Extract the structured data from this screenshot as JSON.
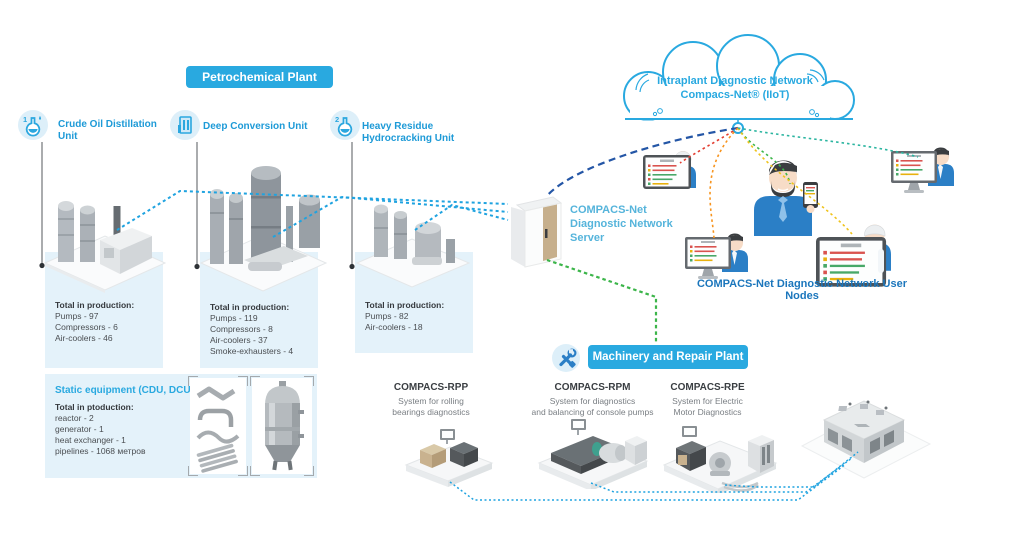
{
  "petrochemical_banner": "Petrochemical Plant",
  "machinery_banner": "Machinery and Repair Plant",
  "units": [
    {
      "label": "Crude Oil Distillation Unit",
      "badge": "1"
    },
    {
      "label": "Deep Conversion Unit"
    },
    {
      "label": "Heavy Residue Hydrocracking Unit",
      "badge": "2"
    }
  ],
  "panels": [
    {
      "title": "Total in production:",
      "line1": "Pumps - 97",
      "line2": "Compressors - 6",
      "line3": "Air-coolers - 46"
    },
    {
      "title": "Total in production:",
      "line1": "Pumps - 119",
      "line2": "Compressors - 8",
      "line3": "Air-coolers - 37",
      "line4": "Smoke-exhausters - 4"
    },
    {
      "title": "Total in production:",
      "line1": "Pumps - 82",
      "line2": "Air-coolers - 18"
    }
  ],
  "static_equipment": {
    "title": "Static equipment (CDU, DCU)",
    "subtitle": "Total in ptoduction:",
    "line1": "reactor - 2",
    "line2": "generator - 1",
    "line3": "heat exchanger - 1",
    "line4": "pipelines - 1068 метров"
  },
  "cloud": {
    "line1": "Intraplant Diagnostic Network",
    "line2": "Compacs-Net® (IIoT)"
  },
  "server": {
    "line1": "COMPACS-Net",
    "line2": "Diagnostic Network",
    "line3": "Server"
  },
  "user_nodes_caption": "COMPACS-Net Diagnostic Network User Nodes",
  "systems": [
    {
      "name": "COMPACS-RPP",
      "desc1": "System for rolling",
      "desc2": "bearings diagnostics"
    },
    {
      "name": "COMPACS-RPM",
      "desc1": "System for diagnostics",
      "desc2": "and balancing of console pumps"
    },
    {
      "name": "COMPACS-RPE",
      "desc1": "System for Electric",
      "desc2": "Motor Diagnostics"
    }
  ],
  "icons": {
    "unit1": "flask-1-icon",
    "unit2": "deep-conversion-building-icon",
    "unit3": "flask-2-icon",
    "machinery": "tools-icon",
    "cloud": "cloud-network-icon",
    "server": "server-cabinet-icon"
  },
  "colors": {
    "accent_blue": "#29A9E0",
    "label_blue": "#1D9AD7",
    "deep_blue": "#1B76BC",
    "navy_dash": "#2456A6",
    "green": "#3CB54A",
    "red": "#E23B2E",
    "orange": "#F7941E",
    "yellow": "#EFC31C",
    "teal": "#2BB5A0",
    "panel_blue": "#E4F2FA"
  }
}
